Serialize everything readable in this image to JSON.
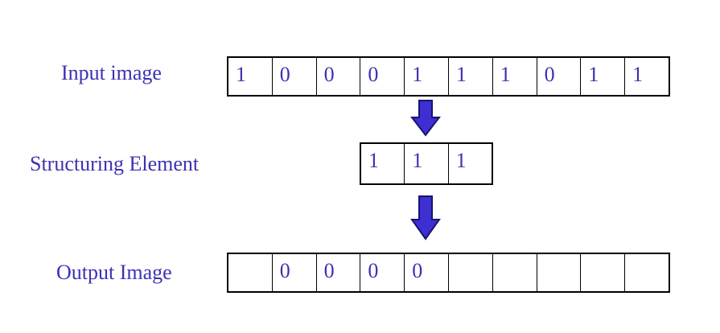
{
  "colors": {
    "text": "#3c32b4",
    "arrow_fill": "#3d2fd1",
    "arrow_stroke": "#1a1370",
    "border": "#000000"
  },
  "input": {
    "label": "Input image",
    "cells": [
      "1",
      "0",
      "0",
      "0",
      "1",
      "1",
      "1",
      "0",
      "1",
      "1"
    ]
  },
  "structuring_element": {
    "label": "Structuring Element",
    "cells": [
      "1",
      "1",
      "1"
    ]
  },
  "output": {
    "label": "Output Image",
    "cells": [
      "",
      "0",
      "0",
      "0",
      "0",
      "",
      "",
      "",
      "",
      ""
    ]
  },
  "icons": [
    "arrow-down-icon",
    "arrow-down-icon"
  ]
}
